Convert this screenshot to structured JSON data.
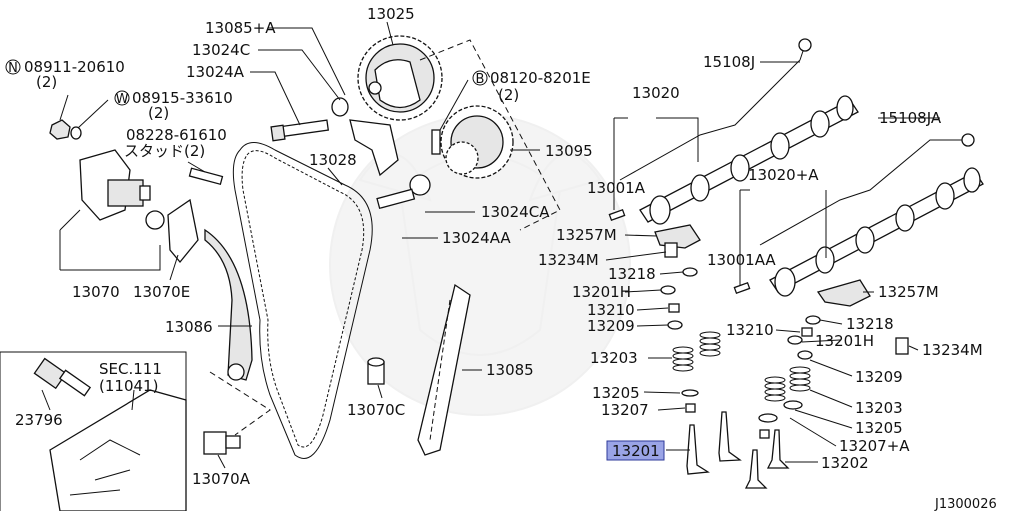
{
  "labels": {
    "p13025": "13025",
    "p13085A": "13085+A",
    "p13024C": "13024C",
    "p13024A": "13024A",
    "pN08911": "08911-20610",
    "pN08911q": "(2)",
    "pW08915": "08915-33610",
    "pW08915q": "(2)",
    "p08228": "08228-61610",
    "p08228sub": "スタッド(2)",
    "pB08120": "08120-8201E",
    "pB08120q": "(2)",
    "p13028": "13028",
    "p13095": "13095",
    "p15108J": "15108J",
    "p13020": "13020",
    "p15108JA": "15108JA",
    "p13024CA": "13024CA",
    "p13024AA": "13024AA",
    "p13001A": "13001A",
    "p13020A": "13020+A",
    "p13257M_a": "13257M",
    "p13234M_a": "13234M",
    "p13001AA": "13001AA",
    "p13218_a": "13218",
    "p13201H_a": "13201H",
    "p13210_a": "13210",
    "p13209_a": "13209",
    "p13203_a": "13203",
    "p13205_a": "13205",
    "p13207": "13207",
    "p13201": "13201",
    "p13257M_b": "13257M",
    "p13218_b": "13218",
    "p13210_b": "13210",
    "p13201H_b": "13201H",
    "p13234M_b": "13234M",
    "p13209_b": "13209",
    "p13203_b": "13203",
    "p13205_b": "13205",
    "p13207A": "13207+A",
    "p13202": "13202",
    "p13070": "13070",
    "p13070E": "13070E",
    "p13086": "13086",
    "p13085": "13085",
    "p13070C": "13070C",
    "p13070A": "13070A",
    "p23796": "23796",
    "sec111": "SEC.111",
    "sec111ref": "(11041)",
    "drawing_id": "J1300026"
  },
  "markers": {
    "N": "N",
    "W": "W",
    "B": "B"
  },
  "colors": {
    "highlight": "#9aa4e6",
    "ink": "#111111",
    "watermark": "#ececec"
  }
}
